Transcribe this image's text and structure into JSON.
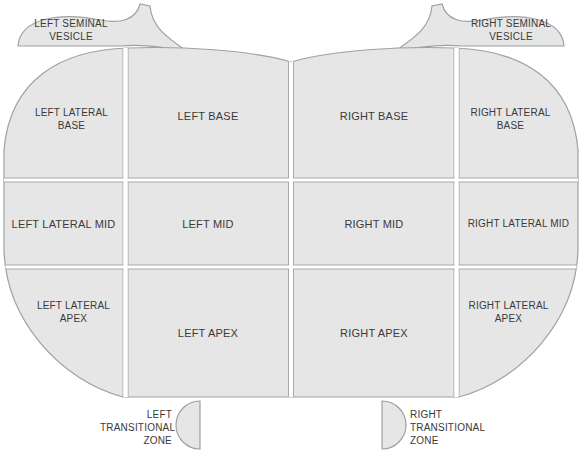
{
  "diagram": {
    "nodes": [
      {
        "text": [
          "LEFT SEMINAL VESICLE"
        ]
      },
      {
        "text": [
          "RIGHT SEMINAL VESICLE"
        ]
      },
      {
        "text": [
          "LEFT LATERAL BASE"
        ]
      },
      {
        "text": [
          "LEFT BASE"
        ]
      },
      {
        "text": [
          "RIGHT BASE"
        ]
      },
      {
        "text": [
          "RIGHT LATERAL BASE"
        ]
      },
      {
        "text": [
          "LEFT LATERAL MID"
        ]
      },
      {
        "text": [
          "LEFT MID"
        ]
      },
      {
        "text": [
          "RIGHT MID"
        ]
      },
      {
        "text": [
          "RIGHT LATERAL MID"
        ]
      },
      {
        "text": [
          "LEFT LATERAL APEX"
        ]
      },
      {
        "text": [
          "LEFT APEX"
        ]
      },
      {
        "text": [
          "RIGHT APEX"
        ]
      },
      {
        "text": [
          "RIGHT LATERAL APEX"
        ]
      },
      {
        "text": [
          "LEFT TRANSITIONAL ZONE"
        ]
      },
      {
        "text": [
          "RIGHT TRANSITIONAL ZONE"
        ]
      }
    ]
  }
}
